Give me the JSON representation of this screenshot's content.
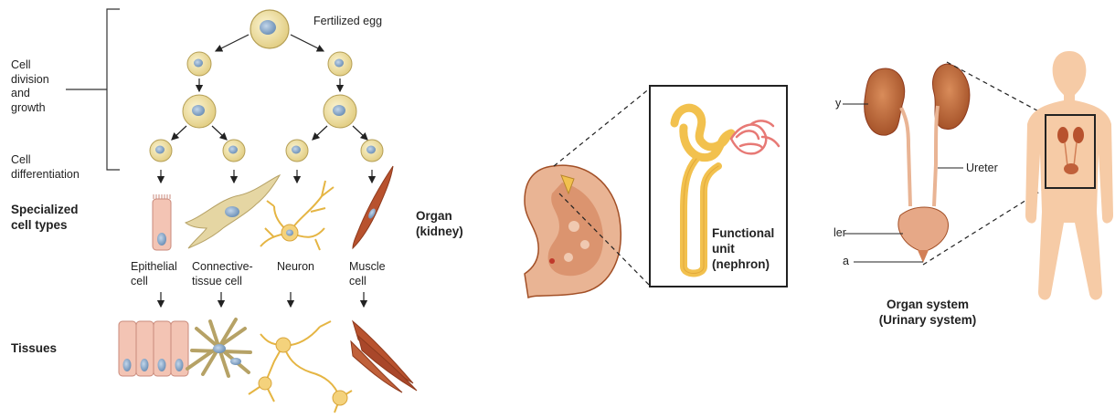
{
  "colors": {
    "cell_fill": "#f2e6b0",
    "cell_edge": "#b59f55",
    "nucleus": "#8fb0cf",
    "kidney": "#c46b3c",
    "kidney_light": "#e9b494",
    "nephron": "#f2c14e",
    "glomerulus": "#e77975",
    "body": "#f6cba6",
    "muscle": "#b8522e",
    "epithelial": "#f3c4b4",
    "connective": "#e5d6a3"
  },
  "labels": {
    "fertilized_egg": "Fertilized egg",
    "cell_division": "Cell\ndivision\nand\ngrowth",
    "cell_differentiation": "Cell\ndifferentiation",
    "specialized_cell_types": "Specialized\ncell types",
    "tissues": "Tissues",
    "epithelial_cell": "Epithelial\ncell",
    "connective_tissue_cell": "Connective-\ntissue cell",
    "neuron": "Neuron",
    "muscle_cell": "Muscle\ncell",
    "organ_kidney": "Organ\n(kidney)",
    "functional_unit": "Functional\nunit\n(nephron)",
    "ureter": "Ureter",
    "kidney_partial": "y",
    "bladder_partial": "ler",
    "urethra_partial": "a",
    "organ_system": "Organ system\n(Urinary system)"
  }
}
